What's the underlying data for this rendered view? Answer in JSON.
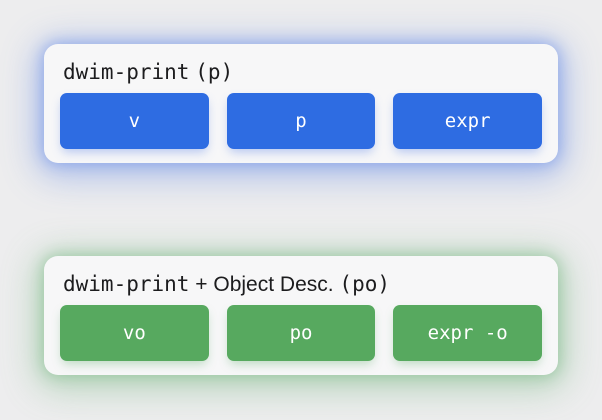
{
  "page": {
    "background": "#ededee",
    "card_background": "#f7f7f8",
    "title_text_color": "#1c1c1e",
    "button_text_color": "#ffffff"
  },
  "cards": [
    {
      "id": "dwim-print",
      "accent": "#2e6ce2",
      "glow": "rgba(88,128,230,0.42)",
      "title": {
        "code1": "dwim-print",
        "plain": " ",
        "code2": "(p)"
      },
      "title_full": "dwim-print (p)",
      "buttons": [
        {
          "label": "v"
        },
        {
          "label": "p"
        },
        {
          "label": "expr"
        }
      ]
    },
    {
      "id": "dwim-print-object-description",
      "accent": "#57a95f",
      "glow": "rgba(108,178,118,0.42)",
      "title": {
        "code1": "dwim-print",
        "plain": " + Object Desc. ",
        "code2": "(po)"
      },
      "title_full": "dwim-print + Object Desc. (po)",
      "buttons": [
        {
          "label": "vo"
        },
        {
          "label": "po"
        },
        {
          "label": "expr -o"
        }
      ]
    }
  ]
}
